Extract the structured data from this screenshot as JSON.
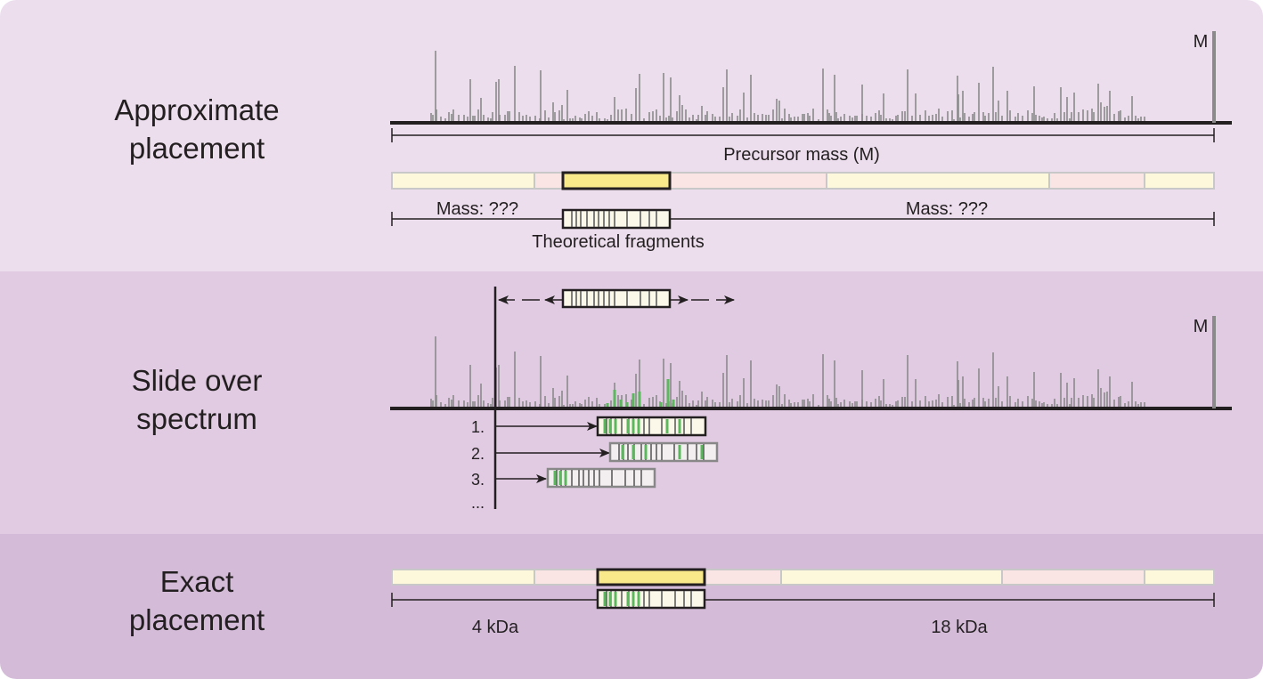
{
  "steps": [
    {
      "line1": "Approximate",
      "line2": "placement"
    },
    {
      "line1": "Slide over",
      "line2": "spectrum"
    },
    {
      "line1": "Exact",
      "line2": "placement"
    }
  ],
  "labels": {
    "peak_label": "M",
    "precursor": "Precursor mass (M)",
    "mass_unknown": "Mass: ???",
    "theoretical": "Theoretical fragments",
    "attempts": [
      "1.",
      "2.",
      "3.",
      "..."
    ],
    "left_mass": "4 kDa",
    "right_mass": "18 kDa"
  },
  "colors": {
    "match_green": "#5cb85c",
    "highlight_yellow": "#fae98b",
    "peak_gray": "#8a8a8a",
    "seg_cream": "#fdf8dc",
    "seg_pink": "#fae4e4"
  }
}
